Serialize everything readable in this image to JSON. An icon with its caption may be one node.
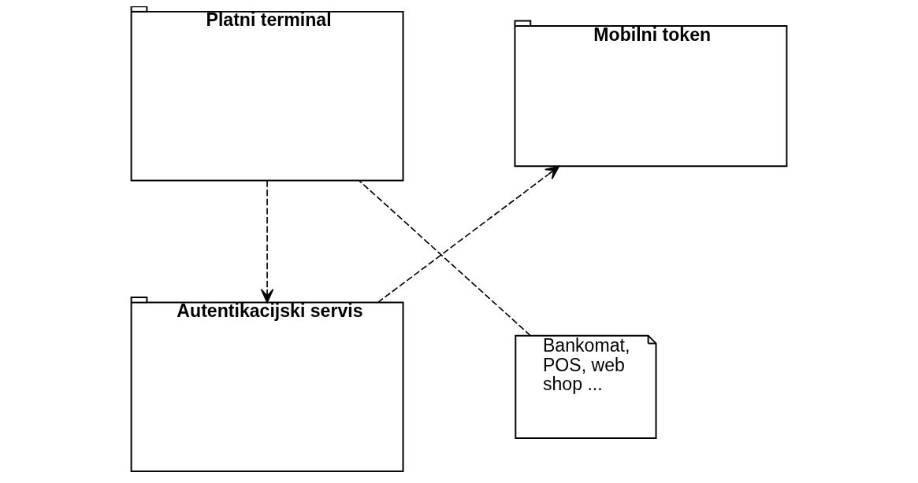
{
  "diagram": {
    "nodes": [
      {
        "text": [
          "Platni terminal"
        ]
      },
      {
        "text": [
          "Mobilni token"
        ]
      },
      {
        "text": [
          "Bankomat, POS, web shop ..."
        ]
      },
      {
        "text": [
          "Autentikacijski servis"
        ]
      }
    ],
    "edges": [
      {
        "from": 2,
        "to": 0,
        "arrow": "none",
        "style": "dashed"
      },
      {
        "from": 0,
        "to": 3,
        "arrow": "to",
        "style": "dashed"
      },
      {
        "from": 3,
        "to": 1,
        "arrow": "to",
        "style": "dashed"
      }
    ]
  }
}
